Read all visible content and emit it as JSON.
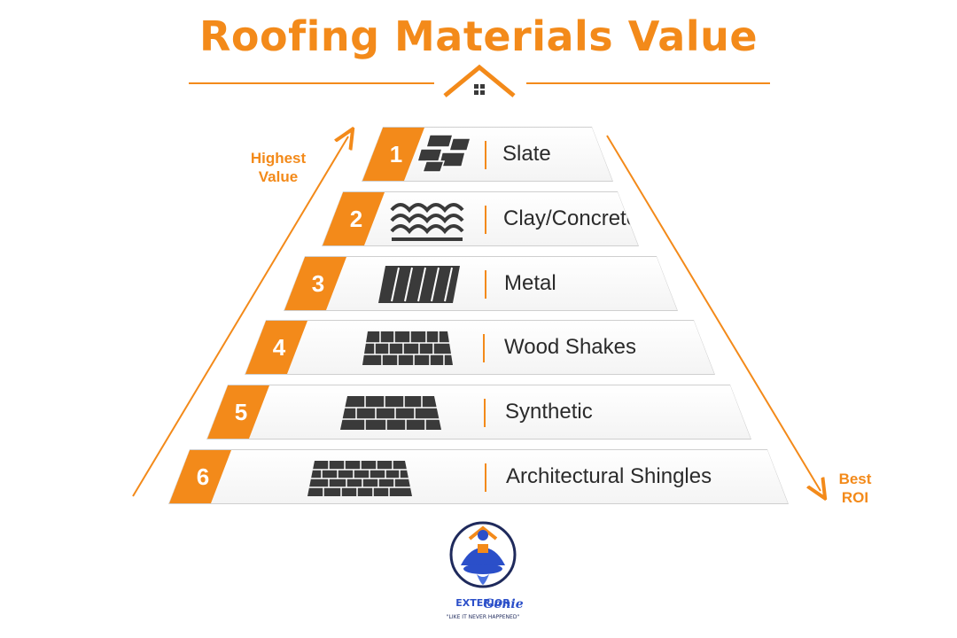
{
  "title": "Roofing Materials Value",
  "arrows": {
    "left_label_line1": "Highest",
    "left_label_line2": "Value",
    "right_label_line1": "Best",
    "right_label_line2": "ROI"
  },
  "tiers": [
    {
      "rank": "1",
      "label": "Slate",
      "icon": "slate-tiles-icon"
    },
    {
      "rank": "2",
      "label": "Clay/Concrete",
      "icon": "clay-tile-icon"
    },
    {
      "rank": "3",
      "label": "Metal",
      "icon": "metal-panel-icon"
    },
    {
      "rank": "4",
      "label": "Wood Shakes",
      "icon": "wood-shakes-icon"
    },
    {
      "rank": "5",
      "label": "Synthetic",
      "icon": "synthetic-shingle-icon"
    },
    {
      "rank": "6",
      "label": "Architectural Shingles",
      "icon": "architectural-shingle-icon"
    }
  ],
  "logo": {
    "name": "Exterior Genie",
    "word1": "EXTERIOR",
    "word2": "Genie",
    "tagline": "\"LIKE IT NEVER HAPPENED\""
  },
  "colors": {
    "accent": "#f38a1a",
    "text": "#2b2b2b",
    "icon_fill": "#3a3a3a",
    "logo_blue": "#2b4fc9"
  }
}
